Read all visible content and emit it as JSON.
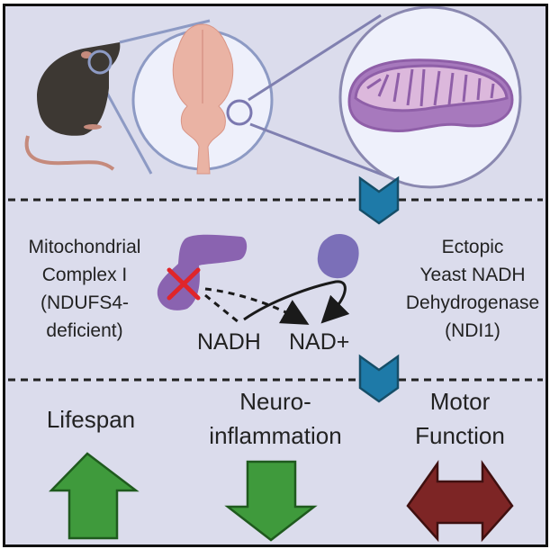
{
  "panels": {
    "top": {
      "description": "Zoom from mouse head to brain to mitochondrion",
      "icons": [
        "mouse-icon",
        "brain-icon",
        "mitochondrion-icon"
      ]
    },
    "middle": {
      "left_label": [
        "Mitochondrial",
        "Complex I",
        "(NDUFS4-",
        "deficient)"
      ],
      "right_label": [
        "Ectopic",
        "Yeast NADH",
        "Dehydrogenase",
        "(NDI1)"
      ],
      "nadh": "NADH",
      "nad_plus": "NAD+"
    },
    "bottom": {
      "outcomes": [
        {
          "label_lines": [
            "Lifespan"
          ],
          "direction": "up",
          "color": "#3f9a3c"
        },
        {
          "label_lines": [
            "Neuro-",
            "inflammation"
          ],
          "direction": "down",
          "color": "#3f9a3c"
        },
        {
          "label_lines": [
            "Motor",
            "Function"
          ],
          "direction": "both",
          "color": "#7d2525"
        }
      ]
    }
  },
  "colors": {
    "background": "#dbdcec",
    "chevron": "#1e7aa8",
    "complex_purple": "#8a63b0",
    "ndi1_purple": "#7b6fb8",
    "inhibit_red": "#e0252a",
    "mito_outer": "#8f5fa8",
    "mito_inner": "#dcb8dc",
    "brain": "#eab3a4",
    "mouse": "#3d3833",
    "circle_stroke": "#8d9ac4"
  }
}
